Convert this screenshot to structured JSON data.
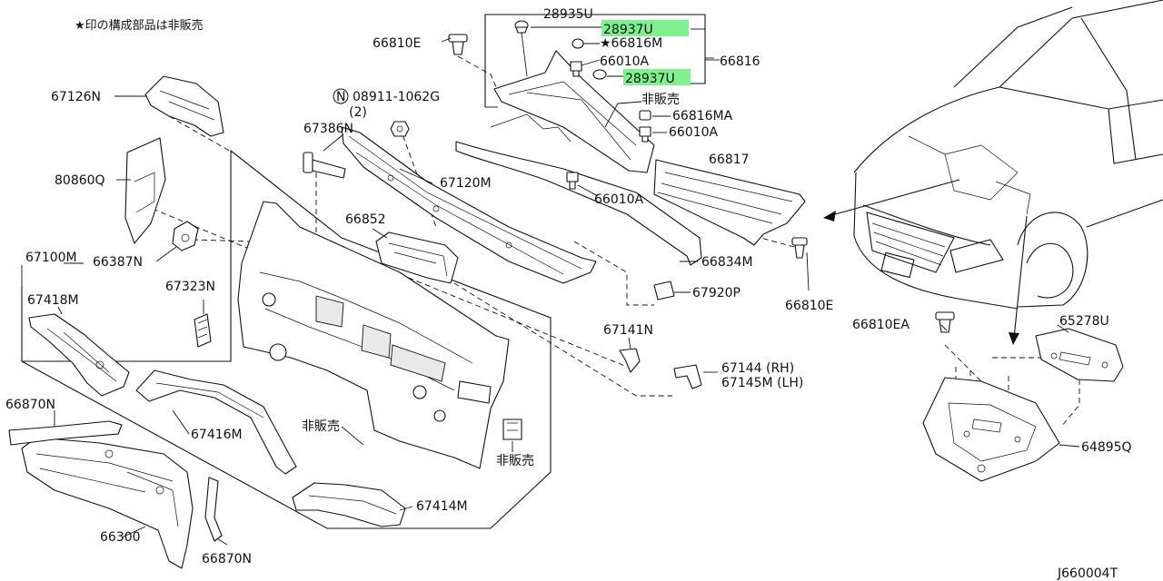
{
  "note": "★印の構成部品は非販売",
  "drawing_code": "J660004T",
  "highlight_color": "#7ef08e",
  "labels": {
    "l28935u": "28935U",
    "l28937u_a": "28937U",
    "l28937u_b": "28937U",
    "l66810e_a": "66810E",
    "l66816m": "★66816M",
    "l66816": "66816",
    "l66010a_a": "66010A",
    "l_hihanbai_a": "非販売",
    "l66816ma": "66816MA",
    "l66010a_b": "66010A",
    "l66817": "66817",
    "l66010a_c": "66010A",
    "l67126n": "67126N",
    "l08911": "08911-1062G",
    "l08911_qty": "(2)",
    "l67386n": "67386N",
    "l67120m": "67120M",
    "l80860q": "80860Q",
    "l66852": "66852",
    "l66834m": "66834M",
    "l66387n": "66387N",
    "l67100m": "67100M",
    "l67323n": "67323N",
    "l67920p": "67920P",
    "l66810e_b": "66810E",
    "l67418m": "67418M",
    "l67141n": "67141N",
    "l66810ea": "66810EA",
    "l65278u": "65278U",
    "l67144": "67144  (RH)",
    "l67145m": "67145M (LH)",
    "l66870n_a": "66870N",
    "l67416m": "67416M",
    "l_hihanbai_b": "非販売",
    "l_hihanbai_c": "非販売",
    "l64895q": "64895Q",
    "l67414m": "67414M",
    "l66300": "66300",
    "l66870n_b": "66870N"
  }
}
